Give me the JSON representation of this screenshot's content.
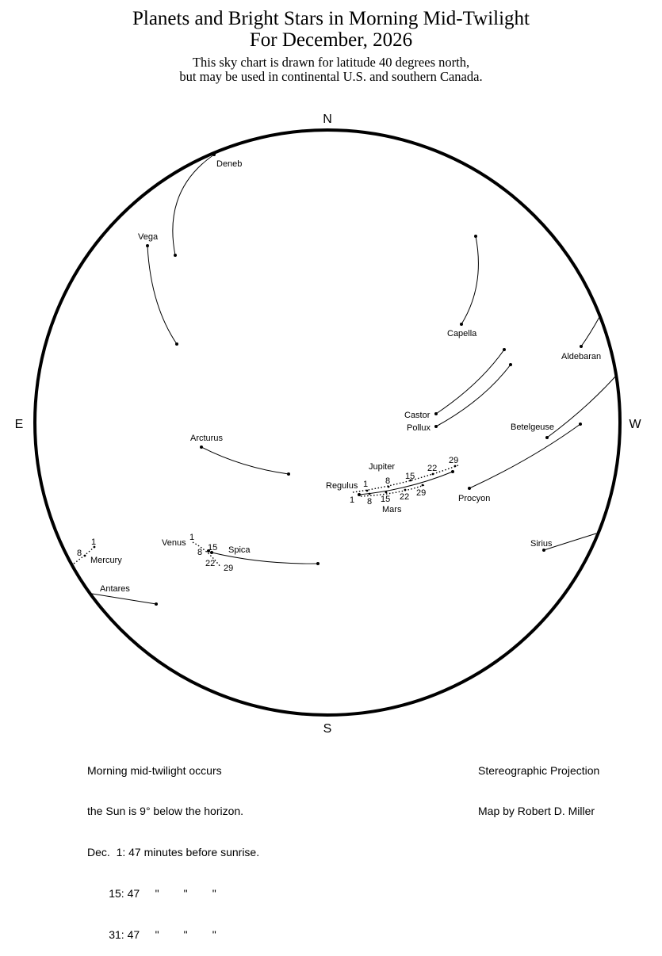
{
  "title_line1": "Planets and Bright Stars in Morning Mid-Twilight",
  "title_line2": "For December, 2026",
  "subtitle_line1": "This sky chart is drawn for latitude 40 degrees north,",
  "subtitle_line2": "but may be used in continental U.S. and southern Canada.",
  "directions": {
    "north": "N",
    "south": "S",
    "east": "E",
    "west": "W"
  },
  "stars": {
    "deneb": "Deneb",
    "vega": "Vega",
    "capella": "Capella",
    "aldebaran": "Aldebaran",
    "castor": "Castor",
    "pollux": "Pollux",
    "betelgeuse": "Betelgeuse",
    "arcturus": "Arcturus",
    "regulus": "Regulus",
    "procyon": "Procyon",
    "sirius": "Sirius",
    "spica": "Spica",
    "antares": "Antares"
  },
  "planets": {
    "jupiter": "Jupiter",
    "mars": "Mars",
    "venus": "Venus",
    "mercury": "Mercury"
  },
  "dates": {
    "d1": "1",
    "d8": "8",
    "d15": "15",
    "d22": "22",
    "d29": "29"
  },
  "footer_left": [
    "Morning mid-twilight occurs",
    "the Sun is 9° below the horizon.",
    "Dec.  1: 47 minutes before sunrise.",
    "       15: 47     \"        \"        \"",
    "       31: 47     \"        \"        \""
  ],
  "footer_right": [
    "Stereographic Projection",
    "Map by Robert D. Miller"
  ]
}
